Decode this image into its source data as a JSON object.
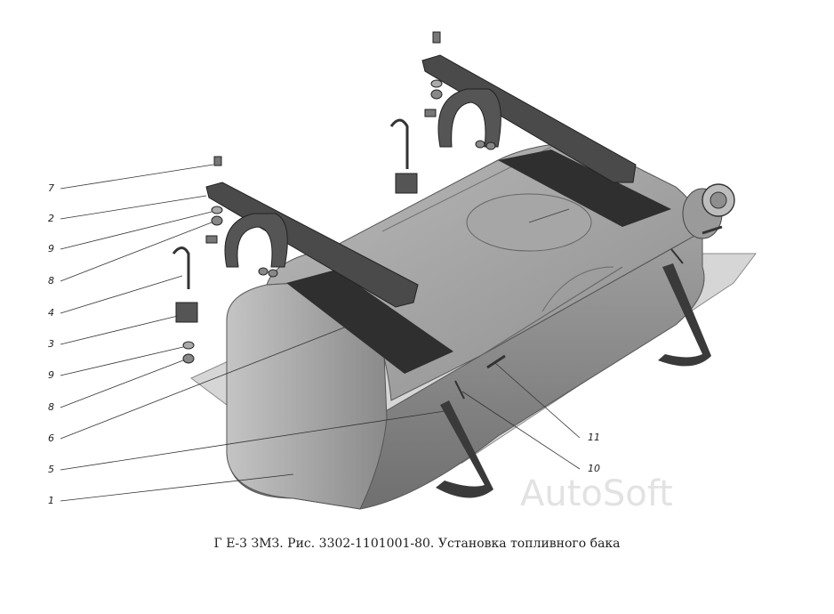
{
  "caption": "Г Е-3 ЗМЗ. Рис. 3302-1101001-80. Установка топливного бака",
  "watermark": "AutoSoft",
  "callouts": [
    "7",
    "2",
    "9",
    "8",
    "4",
    "3",
    "9",
    "8",
    "6",
    "5",
    "1",
    "11",
    "10"
  ]
}
